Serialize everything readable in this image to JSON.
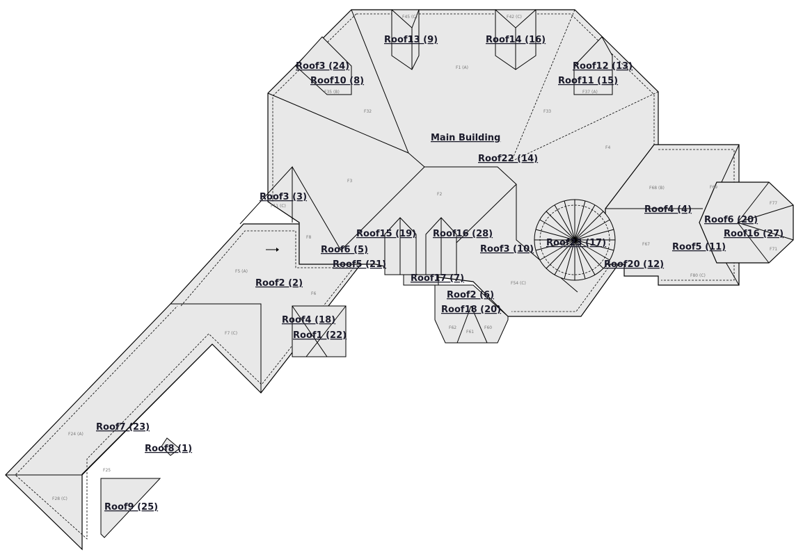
{
  "title": "Main Building",
  "roof_labels": [
    "Roof13  (9)",
    "Roof14  (16)",
    "Roof3  (24)",
    "Roof12  (13)",
    "Roof10  (8)",
    "Roof11  (15)",
    "Roof22  (14)",
    "Roof3  (3)",
    "Roof4  (4)",
    "Roof6  (20)",
    "Roof16  (27)",
    "Roof15  (19)",
    "Roof16  (28)",
    "Roof6  (5)",
    "Roof3  (10)",
    "Roof23  (17)",
    "Roof5  (11)",
    "Roof5  (21)",
    "Roof20  (12)",
    "Roof17  (7)",
    "Roof2  (2)",
    "Roof2  (6)",
    "Roof18  (20)",
    "Roof4  (18)",
    "Roof1  (22)",
    "Roof7  (23)",
    "Roof8  (1)",
    "Roof9  (25)"
  ],
  "face_labels": [
    "F1 (A)",
    "F32",
    "F33",
    "F3",
    "F2",
    "F4",
    "F5 (A)",
    "F7 (C)",
    "F24 (A)",
    "F28 (C)",
    "F54 (C)",
    "F68 (B)",
    "F69",
    "F80 (C)",
    "F45 (C)",
    "F42 (C)",
    "F11 (C)",
    "F8",
    "F6",
    "F61",
    "F62",
    "F60",
    "F67",
    "F71",
    "F77",
    "F25",
    "F35 (B)",
    "F37 (A)"
  ],
  "colors": {
    "roof_fill": "#e8e8e8",
    "outline": "#000000",
    "label": "#1a1a2a"
  }
}
